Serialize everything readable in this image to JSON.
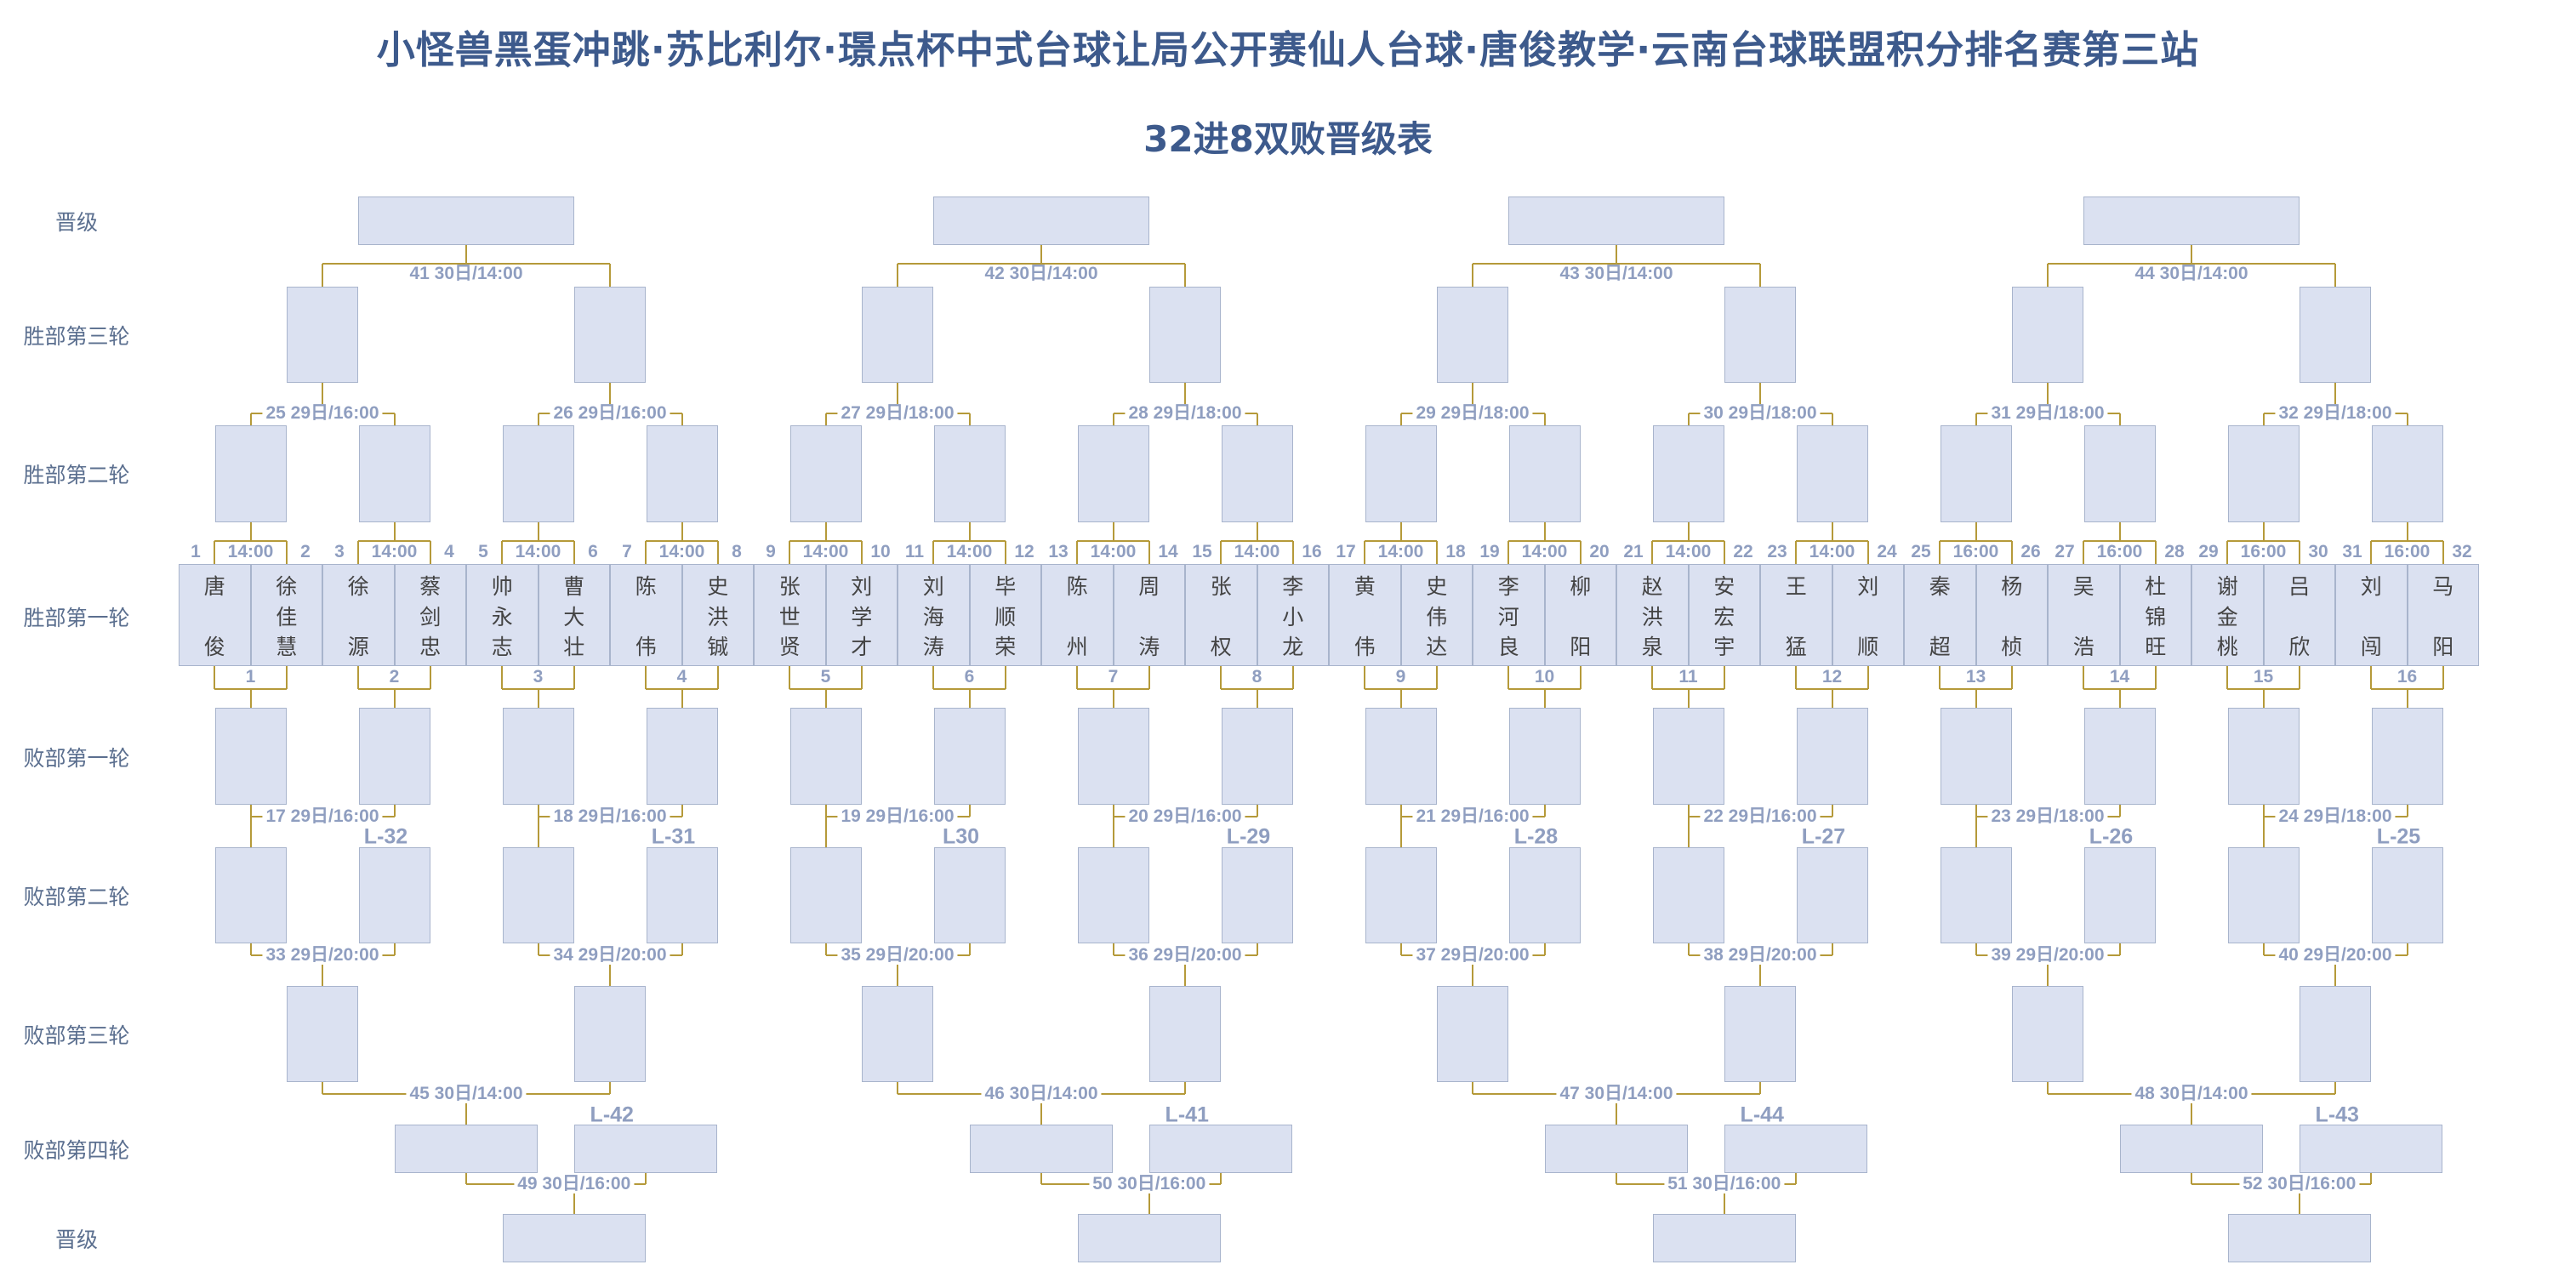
{
  "header": {
    "title": "小怪兽黑蛋冲跳·苏比利尔·璟点杯中式台球让局公开赛仙人台球·唐俊教学·云南台球联盟积分排名赛第三站",
    "subtitle": "32进8双败晋级表"
  },
  "row_labels": [
    "晋级",
    "胜部第三轮",
    "胜部第二轮",
    "胜部第一轮",
    "败部第一轮",
    "败部第二轮",
    "败部第三轮",
    "败部第四轮",
    "晋级"
  ],
  "players": [
    {
      "seed": "1",
      "name": "唐俊"
    },
    {
      "seed": "2",
      "name": "徐佳慧"
    },
    {
      "seed": "3",
      "name": "徐源"
    },
    {
      "seed": "4",
      "name": "蔡剑忠"
    },
    {
      "seed": "5",
      "name": "帅永志"
    },
    {
      "seed": "6",
      "name": "曹大壮"
    },
    {
      "seed": "7",
      "name": "陈伟"
    },
    {
      "seed": "8",
      "name": "史洪铖"
    },
    {
      "seed": "9",
      "name": "张世贤"
    },
    {
      "seed": "10",
      "name": "刘学才"
    },
    {
      "seed": "11",
      "name": "刘海涛"
    },
    {
      "seed": "12",
      "name": "毕顺荣"
    },
    {
      "seed": "13",
      "name": "陈州"
    },
    {
      "seed": "14",
      "name": "周涛"
    },
    {
      "seed": "15",
      "name": "张权"
    },
    {
      "seed": "16",
      "name": "李小龙"
    },
    {
      "seed": "17",
      "name": "黄伟"
    },
    {
      "seed": "18",
      "name": "史伟达"
    },
    {
      "seed": "19",
      "name": "李河良"
    },
    {
      "seed": "20",
      "name": "柳阳"
    },
    {
      "seed": "21",
      "name": "赵洪泉"
    },
    {
      "seed": "22",
      "name": "安宏宇"
    },
    {
      "seed": "23",
      "name": "王猛"
    },
    {
      "seed": "24",
      "name": "刘顺"
    },
    {
      "seed": "25",
      "name": "秦超"
    },
    {
      "seed": "26",
      "name": "杨桢"
    },
    {
      "seed": "27",
      "name": "吴浩"
    },
    {
      "seed": "28",
      "name": "杜锦旺"
    },
    {
      "seed": "29",
      "name": "谢金桃"
    },
    {
      "seed": "30",
      "name": "吕欣"
    },
    {
      "seed": "31",
      "name": "刘闯"
    },
    {
      "seed": "32",
      "name": "马阳"
    }
  ],
  "wb_r1_matches": [
    {
      "no": "1",
      "time": "14:00"
    },
    {
      "no": "2",
      "time": "14:00"
    },
    {
      "no": "3",
      "time": "14:00"
    },
    {
      "no": "4",
      "time": "14:00"
    },
    {
      "no": "5",
      "time": "14:00"
    },
    {
      "no": "6",
      "time": "14:00"
    },
    {
      "no": "7",
      "time": "14:00"
    },
    {
      "no": "8",
      "time": "14:00"
    },
    {
      "no": "9",
      "time": "14:00"
    },
    {
      "no": "10",
      "time": "14:00"
    },
    {
      "no": "11",
      "time": "14:00"
    },
    {
      "no": "12",
      "time": "14:00"
    },
    {
      "no": "13",
      "time": "16:00"
    },
    {
      "no": "14",
      "time": "16:00"
    },
    {
      "no": "15",
      "time": "16:00"
    },
    {
      "no": "16",
      "time": "16:00"
    }
  ],
  "wb_r2_matches": [
    {
      "label": "25  29日/16:00"
    },
    {
      "label": "26  29日/16:00"
    },
    {
      "label": "27  29日/18:00"
    },
    {
      "label": "28  29日/18:00"
    },
    {
      "label": "29  29日/18:00"
    },
    {
      "label": "30  29日/18:00"
    },
    {
      "label": "31  29日/18:00"
    },
    {
      "label": "32  29日/18:00"
    }
  ],
  "wb_r3_matches": [
    {
      "label": "41  30日/14:00"
    },
    {
      "label": "42  30日/14:00"
    },
    {
      "label": "43  30日/14:00"
    },
    {
      "label": "44  30日/14:00"
    }
  ],
  "lb_r1_matches": [
    {
      "label": "17  29日/16:00"
    },
    {
      "label": "18  29日/16:00"
    },
    {
      "label": "19  29日/16:00"
    },
    {
      "label": "20  29日/16:00"
    },
    {
      "label": "21  29日/16:00"
    },
    {
      "label": "22  29日/16:00"
    },
    {
      "label": "23  29日/18:00"
    },
    {
      "label": "24  29日/18:00"
    }
  ],
  "lb_r2_matches": [
    {
      "label": "33  29日/20:00",
      "drop": "L-32"
    },
    {
      "label": "34  29日/20:00",
      "drop": "L-31"
    },
    {
      "label": "35  29日/20:00",
      "drop": "L30"
    },
    {
      "label": "36  29日/20:00",
      "drop": "L-29"
    },
    {
      "label": "37  29日/20:00",
      "drop": "L-28"
    },
    {
      "label": "38  29日/20:00",
      "drop": "L-27"
    },
    {
      "label": "39  29日/20:00",
      "drop": "L-26"
    },
    {
      "label": "40  29日/20:00",
      "drop": "L-25"
    }
  ],
  "lb_r3_matches": [
    {
      "label": "45  30日/14:00",
      "drop": "L-42"
    },
    {
      "label": "46  30日/14:00",
      "drop": "L-41"
    },
    {
      "label": "47  30日/14:00",
      "drop": "L-44"
    },
    {
      "label": "48  30日/14:00",
      "drop": "L-43"
    }
  ],
  "lb_r4_matches": [
    {
      "label": "49  30日/16:00"
    },
    {
      "label": "50  30日/16:00"
    },
    {
      "label": "51  30日/16:00"
    },
    {
      "label": "52  30日/16:00"
    }
  ],
  "colors": {
    "box_fill": "#dbe1f1",
    "box_border": "#a8b4cc",
    "bracket_line": "#b59a3a",
    "title": "#3d5a8c",
    "label": "#8f9ec0"
  }
}
